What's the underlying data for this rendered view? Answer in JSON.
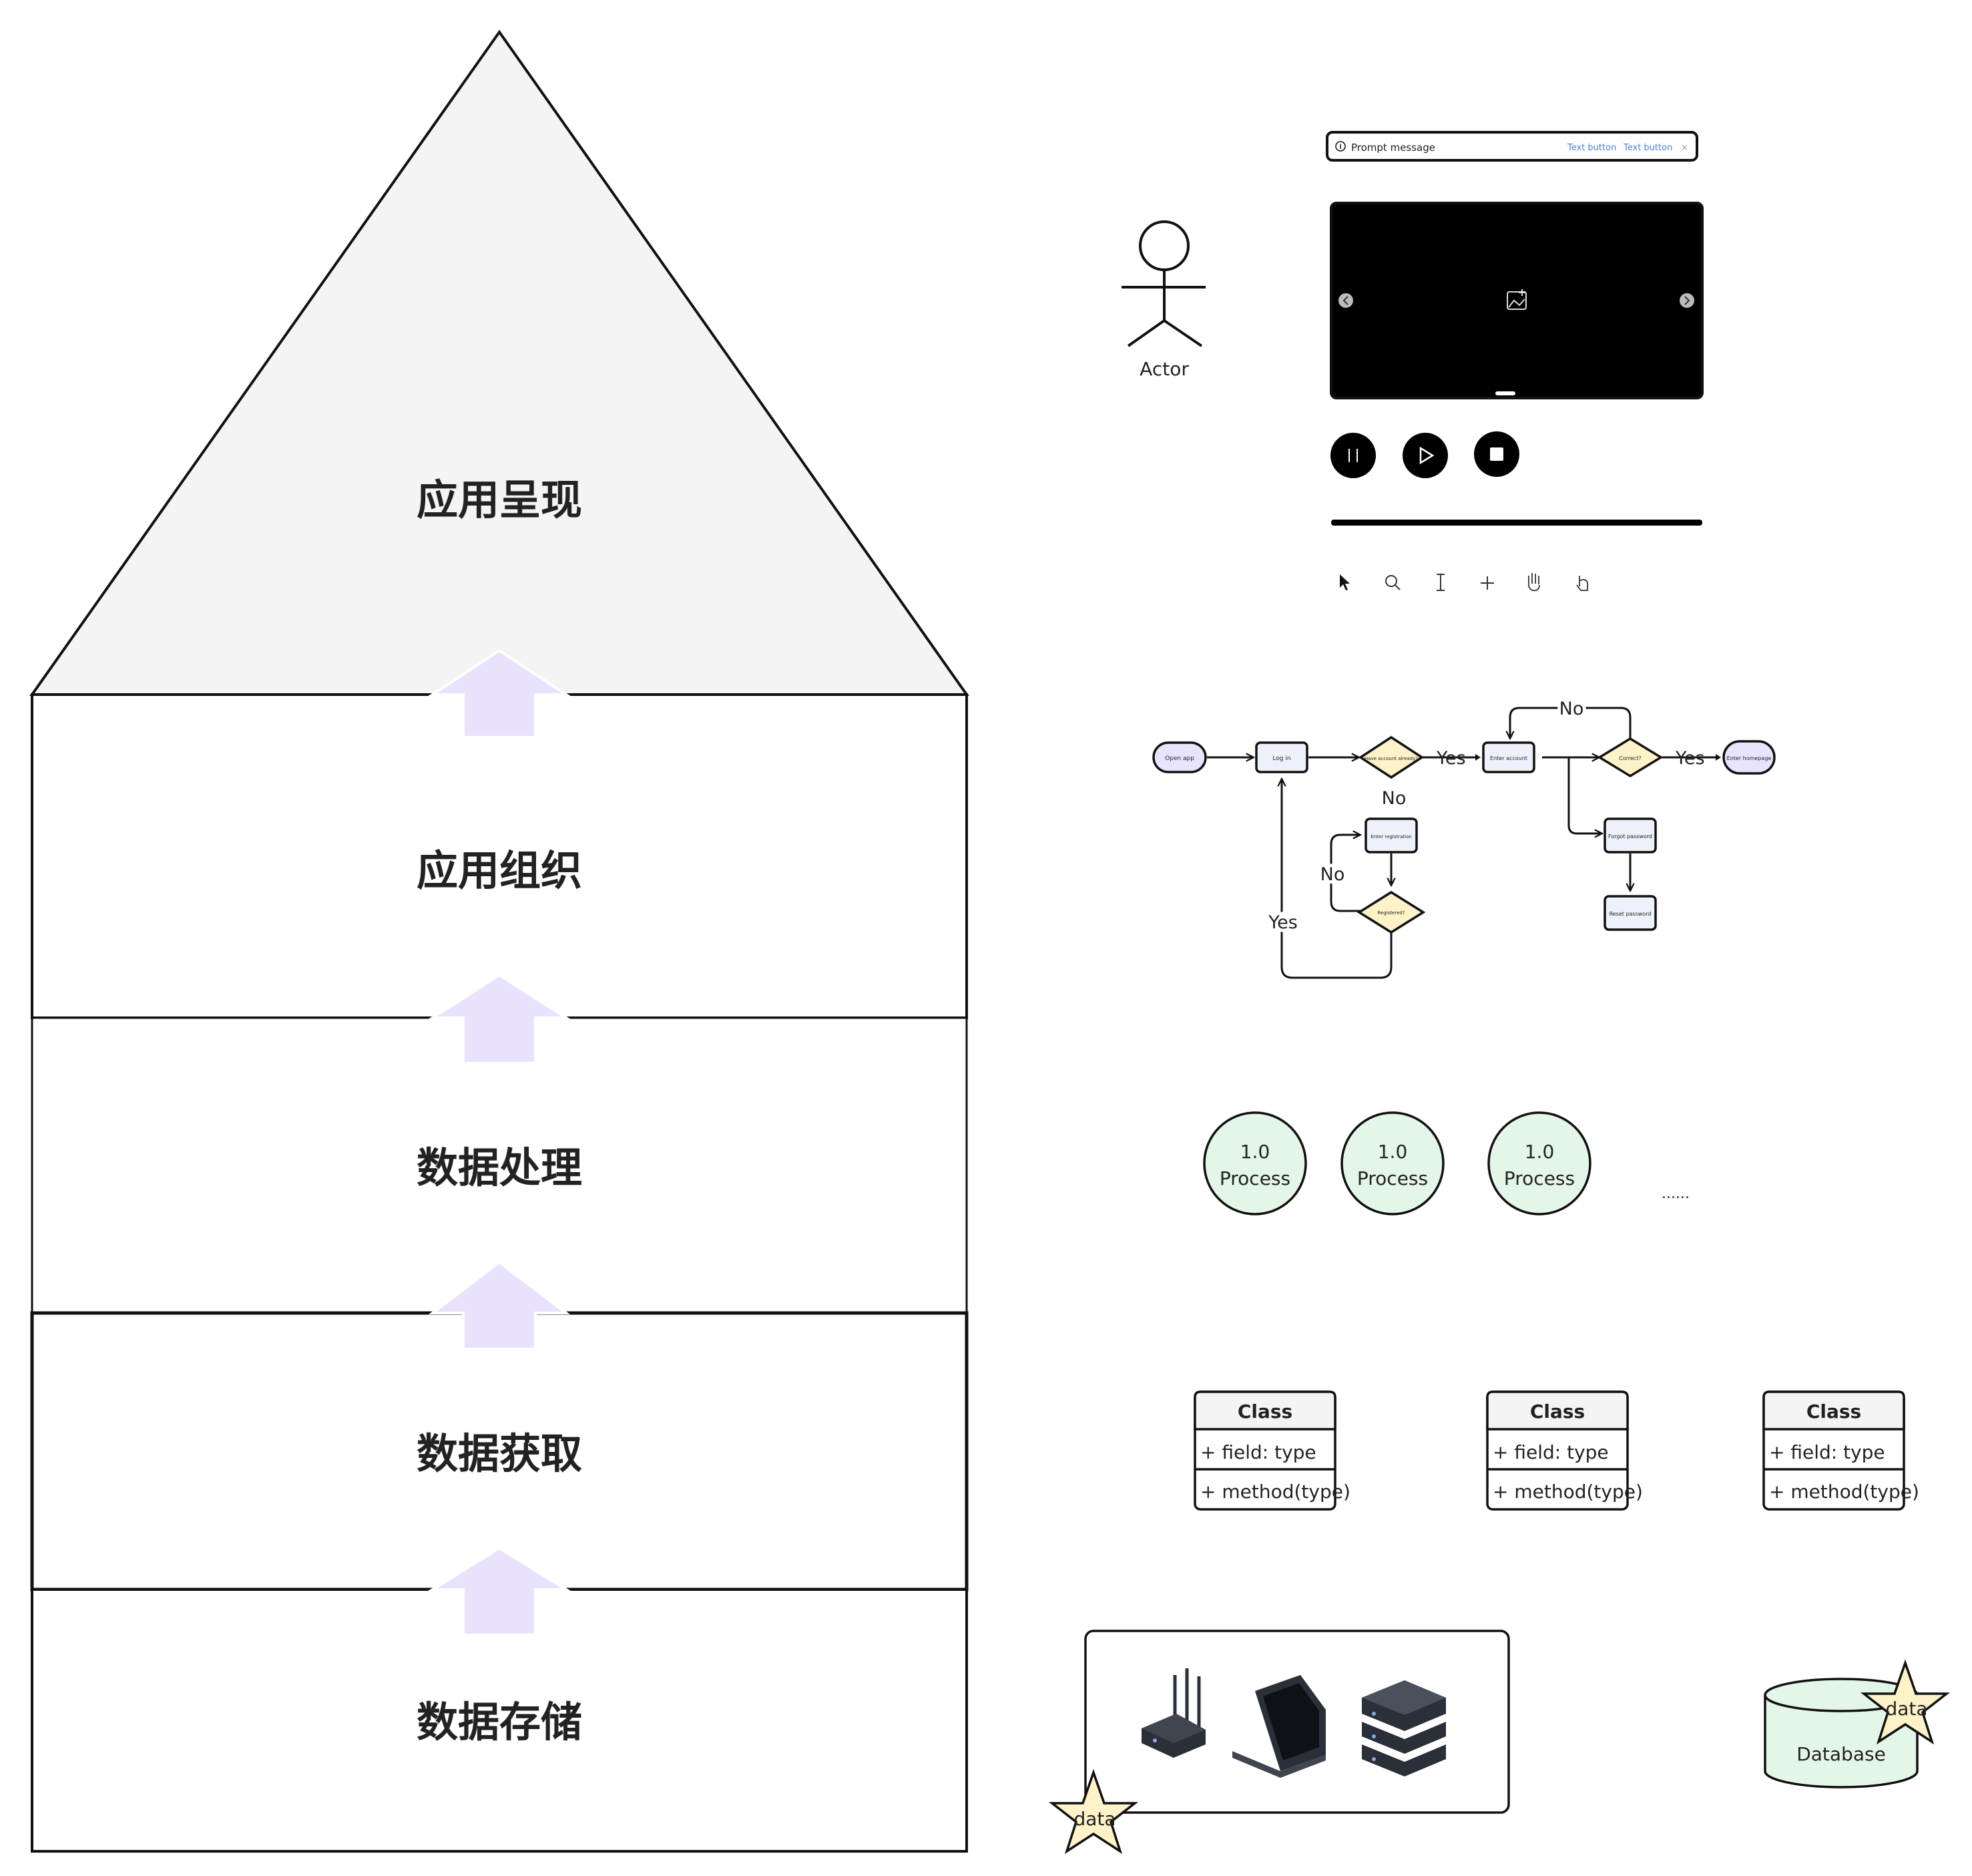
{
  "pyramid": {
    "layers": [
      "应用呈现",
      "应用组织",
      "数据处理",
      "数据获取",
      "数据存储"
    ],
    "colors": {
      "top_fill": "#f4f4f4",
      "arrow_fill": "#e9e2fc",
      "stroke": "#111111"
    }
  },
  "actor": {
    "label": "Actor"
  },
  "toast": {
    "message": "Prompt message",
    "button1": "Text button",
    "button2": "Text button"
  },
  "toolbar": {
    "icons": [
      "pointer-icon",
      "zoom-icon",
      "text-cursor-icon",
      "crosshair-icon",
      "hand-icon",
      "click-hand-icon"
    ]
  },
  "flowchart": {
    "nodes": {
      "open_app": "Open app",
      "log_in": "Log in",
      "have_account": "Have account already?",
      "enter_account": "Enter account",
      "correct": "Correct?",
      "enter_homepage": "Enter homepage",
      "enter_registration": "Enter registration",
      "registered": "Registered?",
      "forgot_password": "Forgot password",
      "reset_password": "Reset password"
    },
    "labels": {
      "yes": "Yes",
      "no": "No"
    },
    "colors": {
      "terminal": "#e8e4fb",
      "process": "#eef1fa",
      "decision": "#fdf2c8"
    }
  },
  "processes": {
    "items": [
      {
        "number": "1.0",
        "label": "Process"
      },
      {
        "number": "1.0",
        "label": "Process"
      },
      {
        "number": "1.0",
        "label": "Process"
      }
    ],
    "more": "......",
    "color": "#e3f6e8"
  },
  "classes": [
    {
      "title": "Class",
      "field": "+ field: type",
      "method": "+ method(type)"
    },
    {
      "title": "Class",
      "field": "+ field: type",
      "method": "+ method(type)"
    },
    {
      "title": "Class",
      "field": "+ field: type",
      "method": "+ method(type)"
    }
  ],
  "network": {
    "devices": [
      "router-icon",
      "laptop-icon",
      "server-icon"
    ],
    "star_label": "data"
  },
  "database": {
    "label": "Database",
    "star_label": "data",
    "color": "#e3f6e8"
  }
}
